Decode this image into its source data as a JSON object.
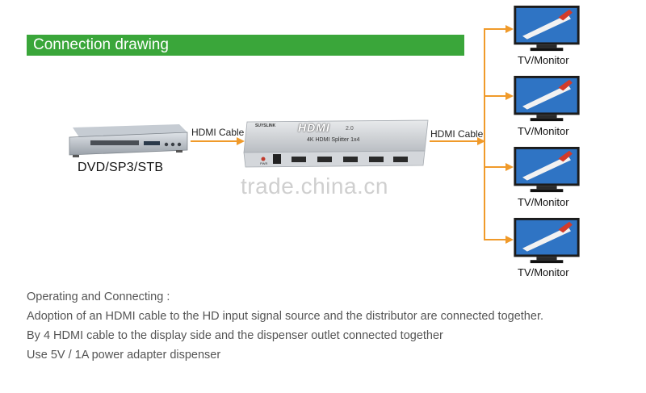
{
  "banner": {
    "title": "Connection drawing"
  },
  "source": {
    "label": "DVD/SP3/STB"
  },
  "cables": {
    "input_label": "HDMI Cable",
    "output_label": "HDMI Cable"
  },
  "splitter": {
    "logo": "HDMI",
    "version": "2.0",
    "model": "4K HDMI Splitter 1x4",
    "brand": "SUYSLINK",
    "power_label": "PWR"
  },
  "outputs": [
    {
      "label": "TV/Monitor"
    },
    {
      "label": "TV/Monitor"
    },
    {
      "label": "TV/Monitor"
    },
    {
      "label": "TV/Monitor"
    }
  ],
  "watermark": "trade.china.cn",
  "description": {
    "heading": "Operating and Connecting :",
    "lines": [
      "Adoption of an HDMI cable to the HD input signal source and the distributor are connected together.",
      "By 4 HDMI cable to the display side and the dispenser outlet connected together",
      "Use 5V / 1A power adapter dispenser"
    ]
  },
  "colors": {
    "banner": "#3aa63a",
    "cable": "#f09a2a",
    "screen_sky": "#2f74c4"
  }
}
